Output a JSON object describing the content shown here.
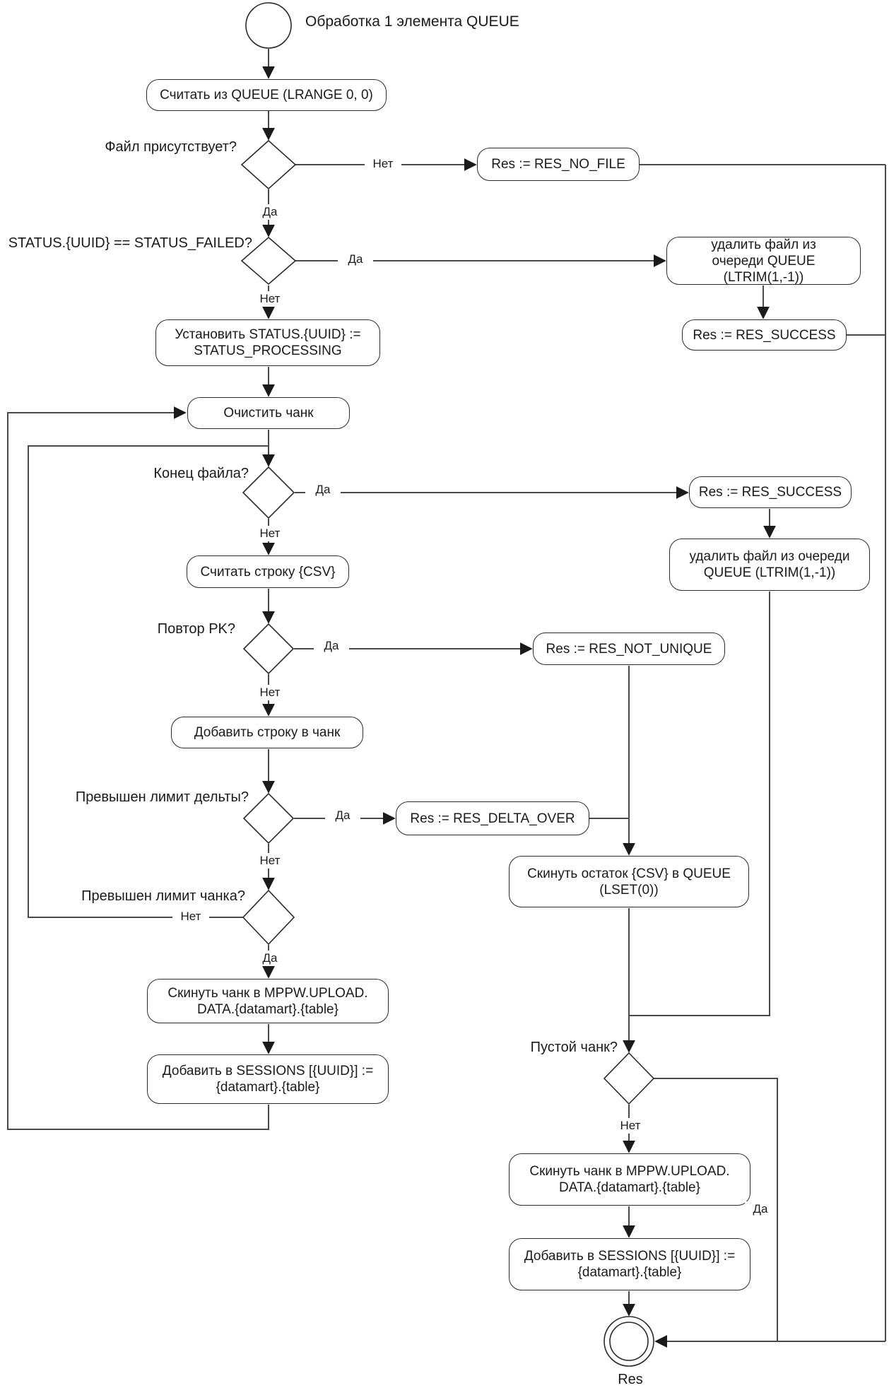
{
  "title": "Обработка 1 элемента QUEUE",
  "labels": {
    "yes": "Да",
    "no": "Нет",
    "result": "Res"
  },
  "nodes": {
    "read_queue": "Считать из QUEUE (LRANGE 0, 0)",
    "res_no_file": "Res := RES_NO_FILE",
    "delete_file_queue_short": "удалить файл из\nочереди QUEUE\n(LTRIM(1,-1))",
    "res_success_top": "Res := RES_SUCCESS",
    "set_status": "Установить STATUS.{UUID} :=\nSTATUS_PROCESSING",
    "clear_chunk": "Очистить чанк",
    "res_success_mid": "Res := RES_SUCCESS",
    "delete_file_queue_wide": "удалить файл из очереди\nQUEUE (LTRIM(1,-1))",
    "read_csv_line": "Считать строку {CSV}",
    "res_not_unique": "Res := RES_NOT_UNIQUE",
    "add_line_to_chunk": "Добавить строку в чанк",
    "res_delta_over": "Res := RES_DELTA_OVER",
    "flush_csv_rest": "Скинуть остаток {CSV} в QUEUE\n(LSET(0))",
    "flush_chunk_left": "Скинуть чанк в MPPW.UPLOAD.\nDATA.{datamart}.{table}",
    "add_sessions_left": "Добавить в SESSIONS [{UUID}] :=\n{datamart}.{table}",
    "flush_chunk_right": "Скинуть чанк в MPPW.UPLOAD.\nDATA.{datamart}.{table}",
    "add_sessions_right": "Добавить в SESSIONS [{UUID}] :=\n{datamart}.{table}"
  },
  "conditions": {
    "file_present": "Файл присутствует?",
    "status_failed": "STATUS.{UUID} == STATUS_FAILED?",
    "end_of_file": "Конец файла?",
    "repeat_pk": "Повтор PK?",
    "delta_limit": "Превышен лимит дельты?",
    "chunk_limit": "Превышен лимит чанка?",
    "empty_chunk": "Пустой чанк?"
  }
}
